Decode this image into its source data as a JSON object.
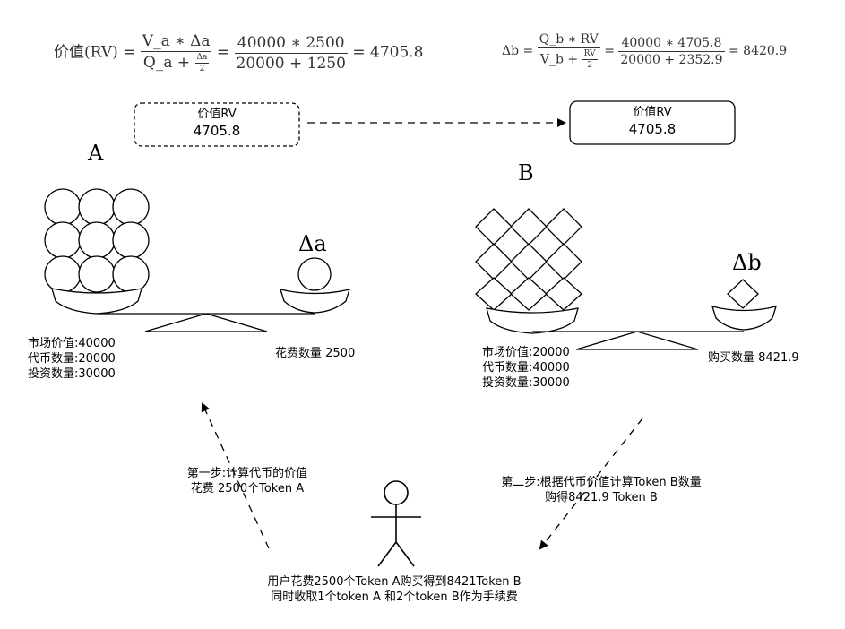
{
  "formula_left": {
    "lhs": "价值(RV) =",
    "frac1_num": "V_a ∗ Δa",
    "frac1_den_pre": "Q_a + ",
    "frac1_den_small_num": "Δa",
    "frac1_den_small_den": "2",
    "eq1": "=",
    "frac2_num": "40000 ∗ 2500",
    "frac2_den": "20000 + 1250",
    "result": "= 4705.8"
  },
  "formula_right": {
    "lhs": "Δb =",
    "frac1_num": "Q_b ∗ RV",
    "frac1_den_pre": "V_b + ",
    "frac1_den_small_num": "RV",
    "frac1_den_small_den": "2",
    "eq1": "=",
    "frac2_num": "40000 ∗ 4705.8",
    "frac2_den": "20000 + 2352.9",
    "result": "= 8420.9"
  },
  "rv_box_left": {
    "title": "价值RV",
    "value": "4705.8"
  },
  "rv_box_right": {
    "title": "价值RV",
    "value": "4705.8"
  },
  "scale_a": {
    "letter": "A",
    "delta_label": "Δa",
    "market_value": "市场价值:40000",
    "token_count": "代币数量:20000",
    "invest_count": "投资数量:30000",
    "spend_label": "花费数量 2500"
  },
  "scale_b": {
    "letter": "B",
    "delta_label": "Δb",
    "market_value": "市场价值:20000",
    "token_count": "代币数量:40000",
    "invest_count": "投资数量:30000",
    "buy_label": "购买数量 8421.9"
  },
  "step1": {
    "line1": "第一步:计算代币的价值",
    "line2": "花费 2500个Token A"
  },
  "step2": {
    "line1": "第二步:根据代币价值计算Token B数量",
    "line2": "购得8421.9 Token B"
  },
  "user": {
    "line1": "用户花费2500个Token  A购买得到8421Token B",
    "line2": "同时收取1个token A 和2个token B作为手续费"
  },
  "icons": [
    "coin-circle-icon",
    "token-diamond-icon",
    "stick-figure-icon",
    "balance-scale-icon"
  ]
}
